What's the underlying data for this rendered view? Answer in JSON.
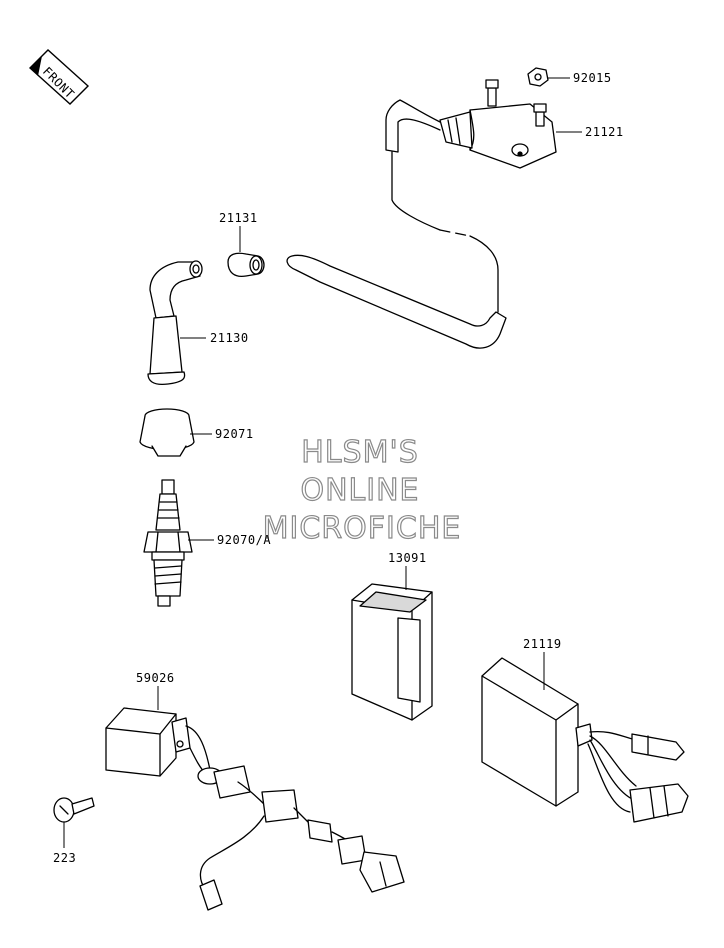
{
  "front_badge": {
    "text": "FRONT"
  },
  "watermark": {
    "lines": [
      "HLSM'S",
      "ONLINE",
      "MICROFICHE"
    ]
  },
  "parts": [
    {
      "id": "92015",
      "label": "92015"
    },
    {
      "id": "21121",
      "label": "21121"
    },
    {
      "id": "21131",
      "label": "21131"
    },
    {
      "id": "21130",
      "label": "21130"
    },
    {
      "id": "92071",
      "label": "92071"
    },
    {
      "id": "92070A",
      "label": "92070/A"
    },
    {
      "id": "13091",
      "label": "13091"
    },
    {
      "id": "21119",
      "label": "21119"
    },
    {
      "id": "59026",
      "label": "59026"
    },
    {
      "id": "223",
      "label": "223"
    }
  ],
  "colors": {
    "line": "#000000",
    "fill": "#ffffff",
    "shade": "#d9d9d9",
    "watermark_stroke": "#8a8a8a"
  }
}
